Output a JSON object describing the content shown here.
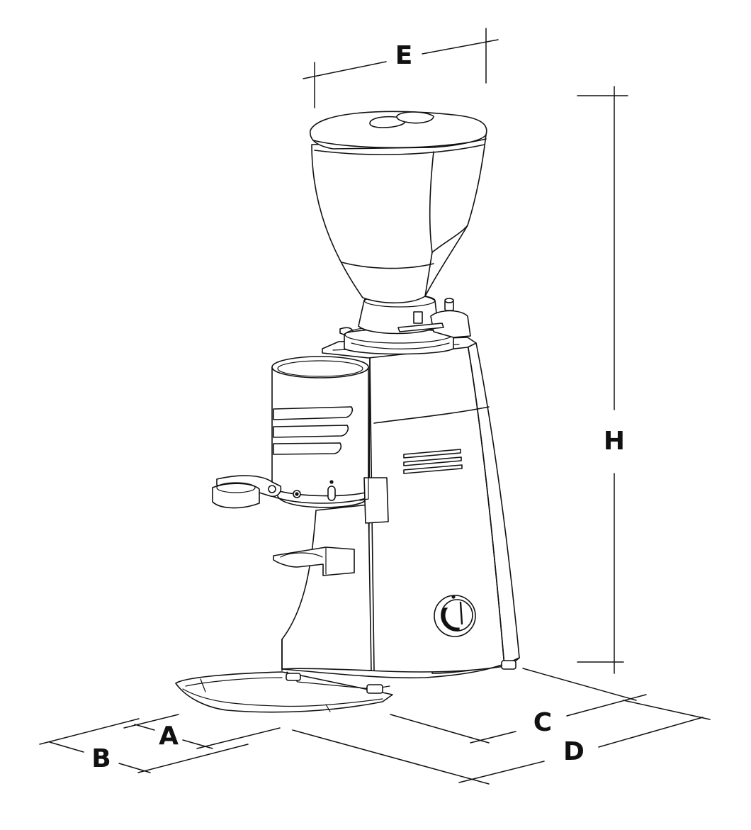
{
  "dimension_labels": {
    "A": "A",
    "B": "B",
    "C": "C",
    "D": "D",
    "E": "E",
    "H": "H"
  },
  "icons": {
    "machine": "coffee-grinder-line-drawing",
    "knob": "timer-knob-icon"
  },
  "colors": {
    "line": "#111111",
    "background": "#ffffff"
  }
}
